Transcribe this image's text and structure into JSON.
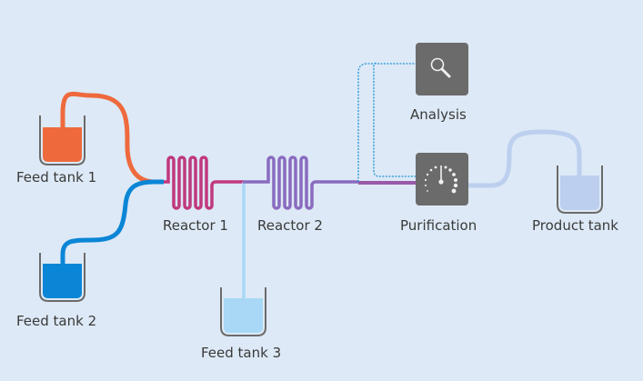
{
  "colors": {
    "background": "#dde9f6",
    "feed1": "#ee6a3c",
    "feed2": "#0b86d6",
    "feed3": "#a8d8f5",
    "reactor1": "#c0397f",
    "reactor2": "#8a6bbf",
    "product": "#bccfee",
    "box": "#6b6b6b",
    "tank_outline": "#6b6b6b",
    "dotted": "#1f93d8"
  },
  "nodes": {
    "feed_tank_1": {
      "label": "Feed tank 1",
      "icon": "beaker-icon"
    },
    "feed_tank_2": {
      "label": "Feed tank 2",
      "icon": "beaker-icon"
    },
    "feed_tank_3": {
      "label": "Feed tank 3",
      "icon": "beaker-icon"
    },
    "reactor_1": {
      "label": "Reactor 1",
      "icon": "coil-reactor-icon"
    },
    "reactor_2": {
      "label": "Reactor 2",
      "icon": "coil-reactor-icon"
    },
    "analysis": {
      "label": "Analysis",
      "icon": "magnifier-icon"
    },
    "purification": {
      "label": "Purification",
      "icon": "gauge-icon"
    },
    "product_tank": {
      "label": "Product tank",
      "icon": "beaker-icon"
    }
  }
}
